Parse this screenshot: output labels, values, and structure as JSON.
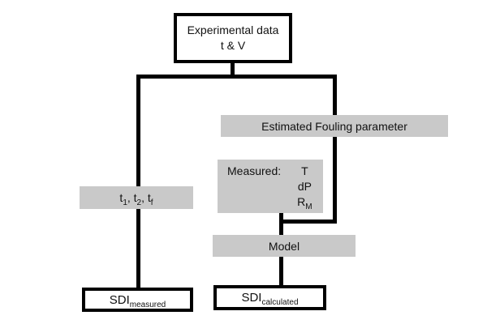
{
  "colors": {
    "bar_fill": "#c9c9c9",
    "line": "#000000",
    "box_background": "#ffffff",
    "text": "#111111"
  },
  "nodes": {
    "experimental": {
      "line1": "Experimental data",
      "line2": "t & V"
    },
    "estimated": {
      "label": "Estimated Fouling parameter"
    },
    "measured": {
      "label": "Measured:",
      "items": [
        {
          "base": "T",
          "sub": ""
        },
        {
          "base": "dP",
          "sub": ""
        },
        {
          "base": "R",
          "sub": "M"
        }
      ]
    },
    "times": {
      "parts": [
        {
          "base": "t",
          "sub": "1"
        },
        {
          "base": ", t",
          "sub": "2"
        },
        {
          "base": ", t",
          "sub": "f"
        }
      ]
    },
    "model": {
      "label": "Model"
    },
    "sdi_measured": {
      "base": "SDI",
      "sub": "measured"
    },
    "sdi_calculated": {
      "base": "SDI",
      "sub": "calculated"
    }
  }
}
